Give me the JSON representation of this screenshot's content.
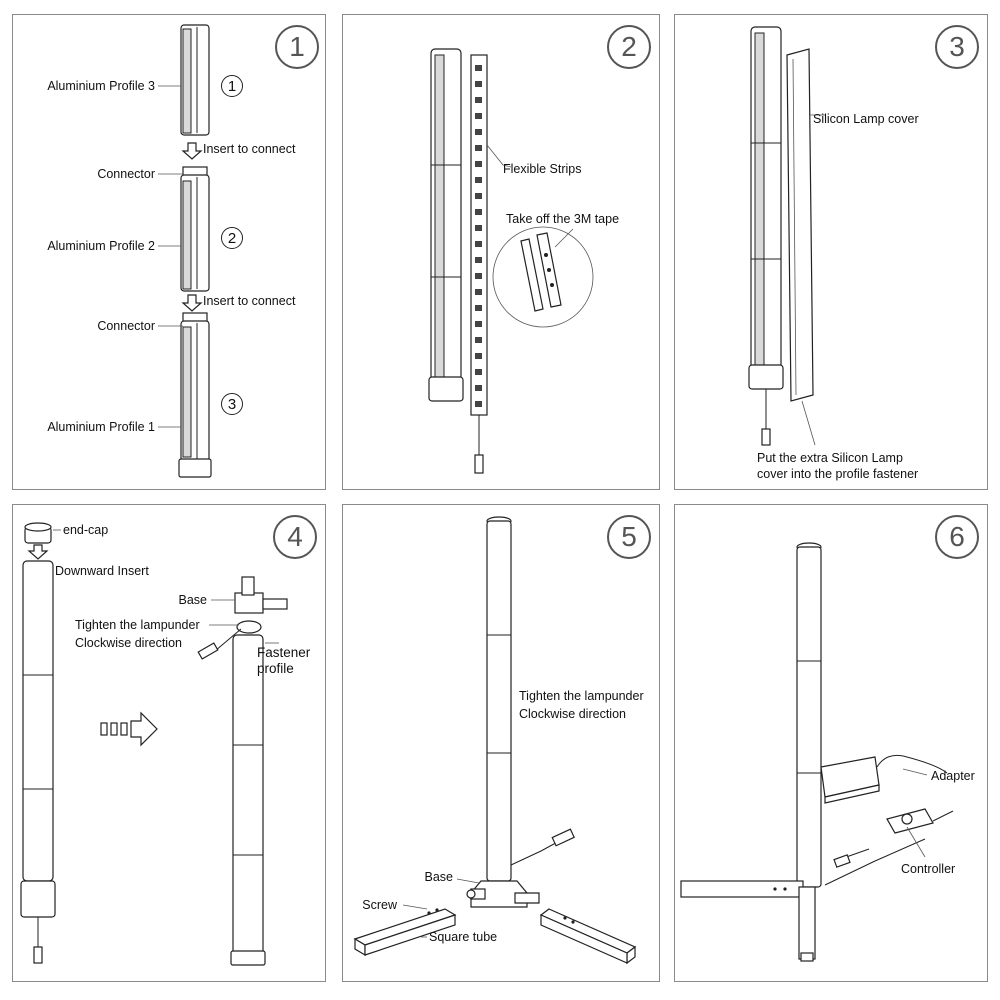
{
  "steps": [
    {
      "number": "1",
      "labels": {
        "profile3": "Aluminium Profile 3",
        "insert1": "Insert to connect",
        "connector1": "Connector",
        "profile2": "Aluminium Profile 2",
        "insert2": "Insert to connect",
        "connector2": "Connector",
        "profile1": "Aluminium Profile 1"
      },
      "circled": {
        "c1": "1",
        "c2": "2",
        "c3": "3"
      }
    },
    {
      "number": "2",
      "labels": {
        "strips": "Flexible Strips",
        "tape": "Take off the 3M tape"
      }
    },
    {
      "number": "3",
      "labels": {
        "cover": "Silicon Lamp cover",
        "extra": "Put the extra Silicon Lamp\ncover into the profile fastener"
      }
    },
    {
      "number": "4",
      "labels": {
        "endcap": "end-cap",
        "insert": "Downward Insert",
        "base": "Base",
        "tighten": "Tighten the lampunder",
        "clockwise": "Clockwise direction",
        "fastener": "Fastener\nprofile"
      }
    },
    {
      "number": "5",
      "labels": {
        "tighten": "Tighten the lampunder",
        "clockwise": "Clockwise direction",
        "base": "Base",
        "screw": "Screw",
        "tube": "Square tube"
      }
    },
    {
      "number": "6",
      "labels": {
        "adapter": "Adapter",
        "controller": "Controller"
      }
    }
  ]
}
